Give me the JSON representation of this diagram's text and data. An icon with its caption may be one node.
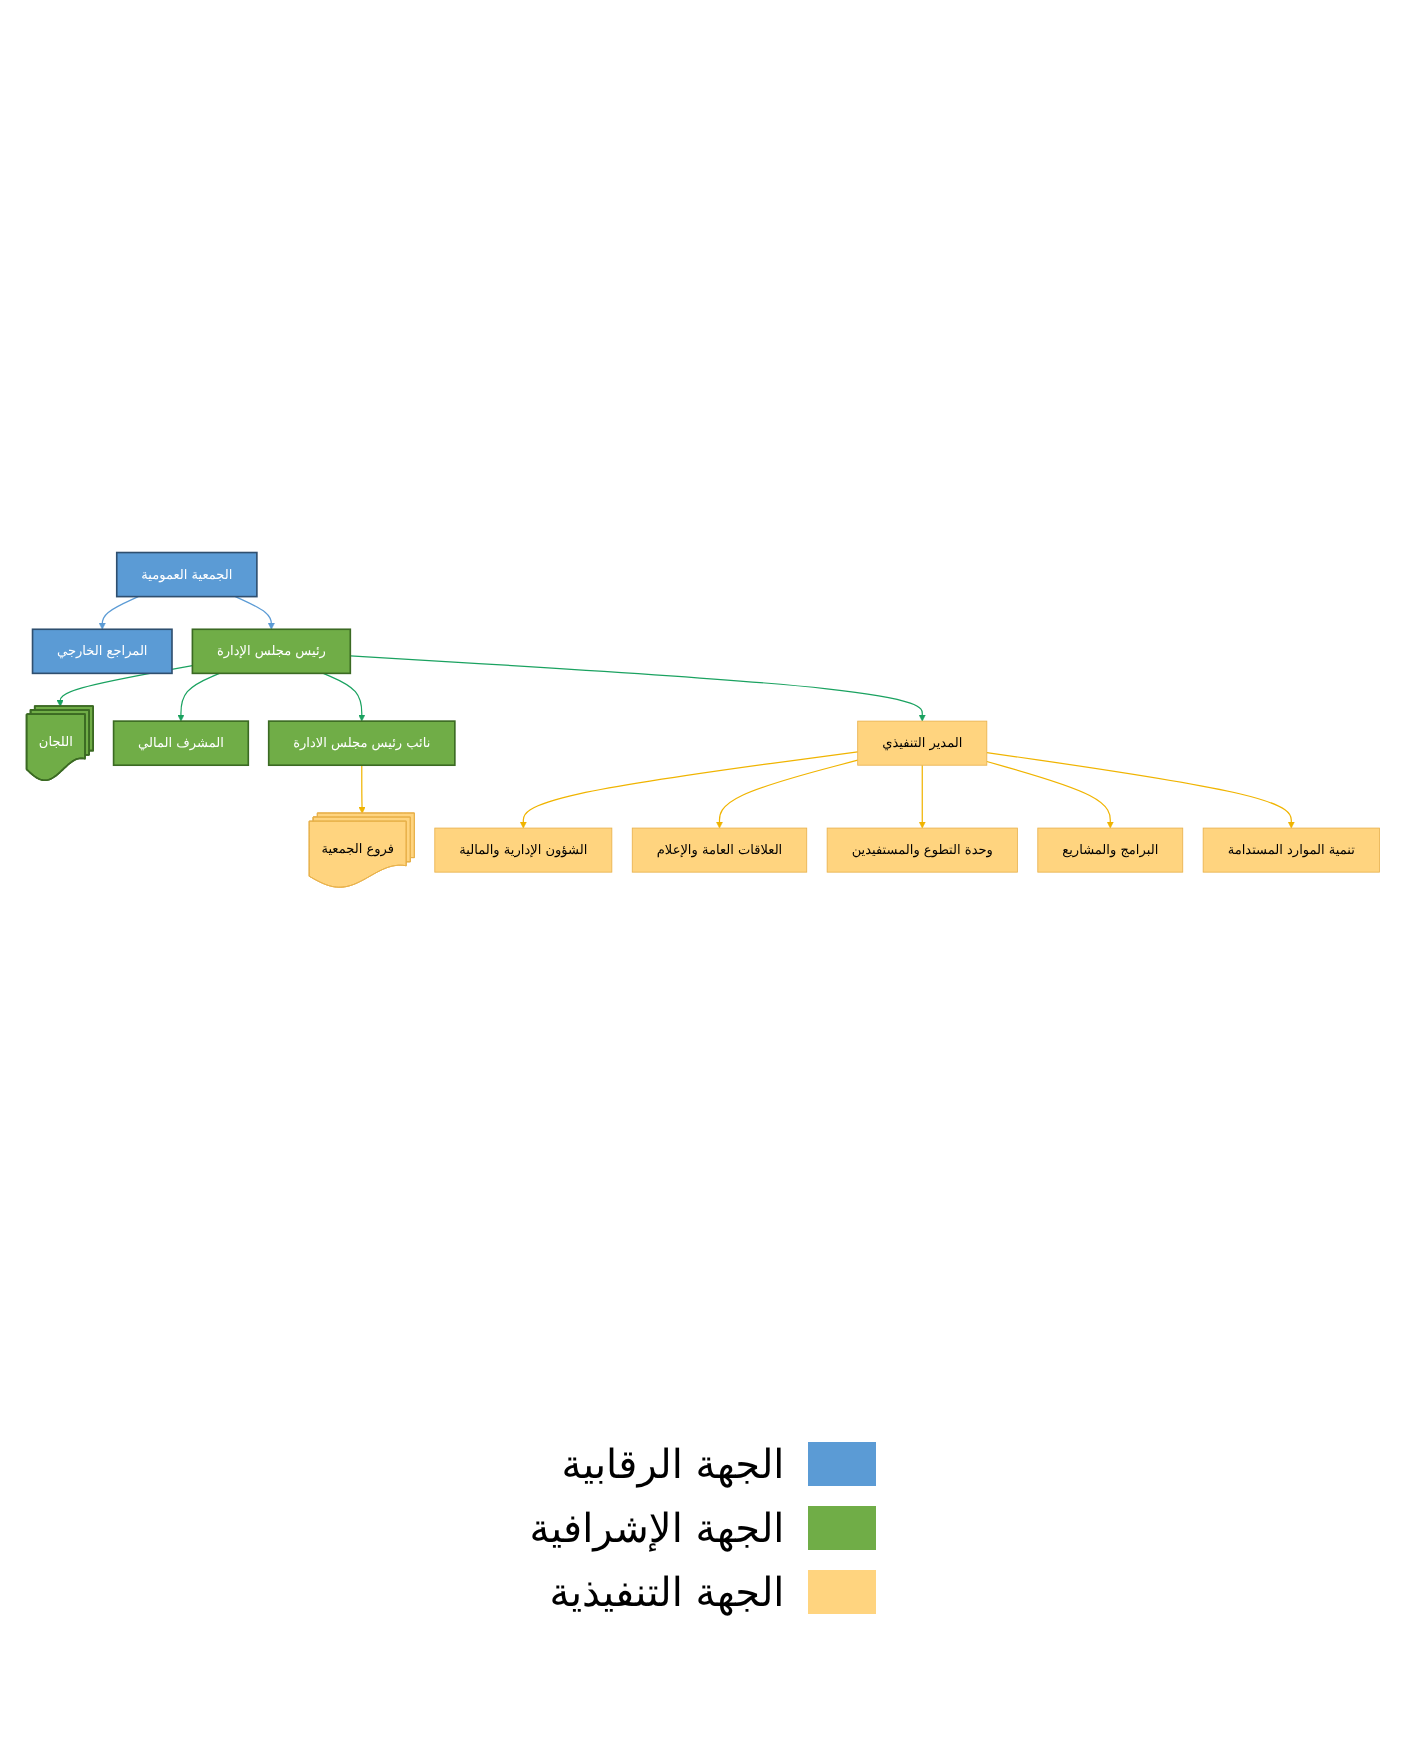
{
  "diagram": {
    "nodes": [
      {
        "text": [
          "الجمعية العمومية"
        ]
      },
      {
        "text": [
          "المراجع الخارجي"
        ]
      },
      {
        "text": [
          "رئيس مجلس الإدارة"
        ]
      },
      {
        "text": [
          "اللجان"
        ]
      },
      {
        "text": [
          "المشرف المالي"
        ]
      },
      {
        "text": [
          "نائب رئيس مجلس الادارة"
        ]
      },
      {
        "text": [
          "فروع الجمعية"
        ]
      },
      {
        "text": [
          "المدير التنفيذي"
        ]
      },
      {
        "text": [
          "الشؤون الإدارية والمالية"
        ]
      },
      {
        "text": [
          "العلاقات العامة والإعلام"
        ]
      },
      {
        "text": [
          "وحدة التطوع والمستفيدين"
        ]
      },
      {
        "text": [
          "البرامج والمشاريع"
        ]
      },
      {
        "text": [
          "تنمية الموارد المستدامة"
        ]
      }
    ],
    "edges": [
      {
        "from": 0,
        "to": 2,
        "arrow": "to",
        "color": "#5b9bd5"
      },
      {
        "from": 0,
        "to": 1,
        "arrow": "to",
        "color": "#5b9bd5"
      },
      {
        "from": 2,
        "to": 3,
        "arrow": "to",
        "color": "#1aa260"
      },
      {
        "from": 2,
        "to": 4,
        "arrow": "to",
        "color": "#1aa260"
      },
      {
        "from": 2,
        "to": 5,
        "arrow": "to",
        "color": "#1aa260"
      },
      {
        "from": 2,
        "to": 7,
        "arrow": "to",
        "color": "#1aa260"
      },
      {
        "from": 5,
        "to": 6,
        "arrow": "to"
      },
      {
        "from": 7,
        "to": 8,
        "arrow": "to"
      },
      {
        "from": 7,
        "to": 9,
        "arrow": "to"
      },
      {
        "from": 7,
        "to": 10,
        "arrow": "to"
      },
      {
        "from": 7,
        "to": 11,
        "arrow": "to"
      },
      {
        "from": 7,
        "to": 12,
        "arrow": "to"
      }
    ],
    "legend": [
      {
        "text": "الجهة الرقابية",
        "color": "#5b9bd5"
      },
      {
        "text": "الجهة الإشرافية",
        "color": "#70ad47"
      },
      {
        "text": "الجهة التنفيذية",
        "color": "#ffd47f"
      }
    ]
  }
}
